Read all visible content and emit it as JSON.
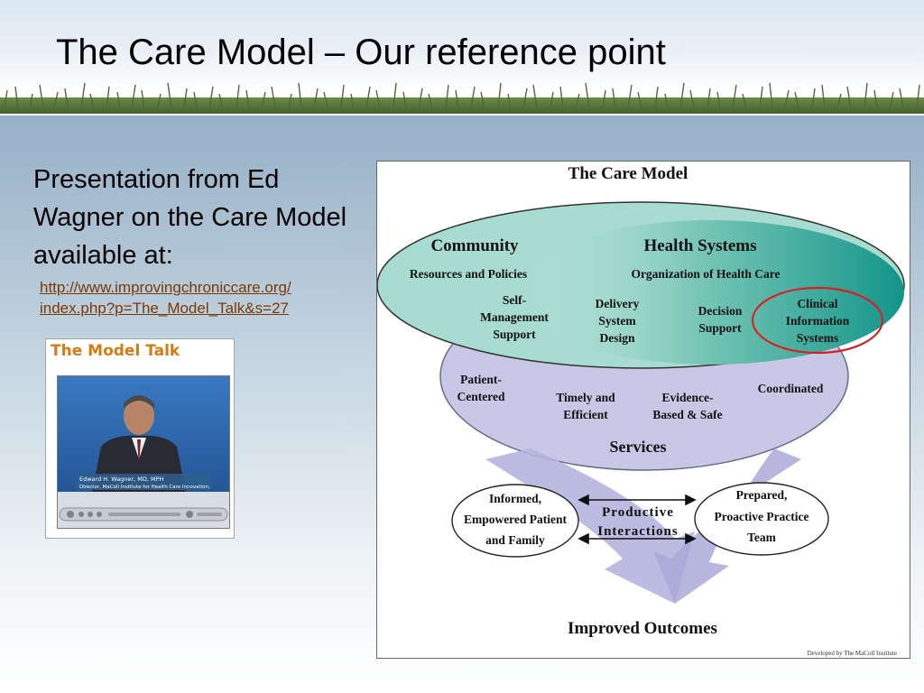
{
  "slide": {
    "title": "The Care Model – Our reference point",
    "intro_text": "Presentation from Ed Wagner on the Care Model available at:",
    "link_line1": "http://www.improvingchroniccare.org/",
    "link_line2": "index.php?p=The_Model_Talk&s=27"
  },
  "video_thumb": {
    "title": "The Model Talk",
    "caption_line1": "Edward H. Wagner, MD, MPH",
    "caption_line2": "Director, MaColl Institute for Health Care Innovation,"
  },
  "diagram": {
    "title": "The Care Model",
    "community": "Community",
    "community_sub": "Resources and Policies",
    "health_systems": "Health Systems",
    "health_systems_sub": "Organization of Health Care",
    "self_mgmt": [
      "Self-",
      "Management",
      "Support"
    ],
    "delivery": [
      "Delivery",
      "System",
      "Design"
    ],
    "decision": [
      "Decision",
      "Support"
    ],
    "clinical": [
      "Clinical",
      "Information",
      "Systems"
    ],
    "patient_centered": [
      "Patient-",
      "Centered"
    ],
    "timely": [
      "Timely and",
      "Efficient"
    ],
    "evidence": [
      "Evidence-",
      "Based & Safe"
    ],
    "coordinated": "Coordinated",
    "services": "Services",
    "informed": [
      "Informed,",
      "Empowered Patient",
      "and Family"
    ],
    "productive": [
      "Productive",
      "Interactions"
    ],
    "prepared": [
      "Prepared,",
      "Proactive Practice",
      "Team"
    ],
    "outcomes": "Improved Outcomes",
    "credit": "Developed by The MaColl Institute"
  },
  "colors": {
    "teal_outer": "#a8dcd0",
    "teal_inner": "#1e9a8a",
    "services": "#c8c8e6",
    "arrow": "#b5b5df",
    "highlight_circle": "#d92020",
    "link": "#7a3a06"
  }
}
